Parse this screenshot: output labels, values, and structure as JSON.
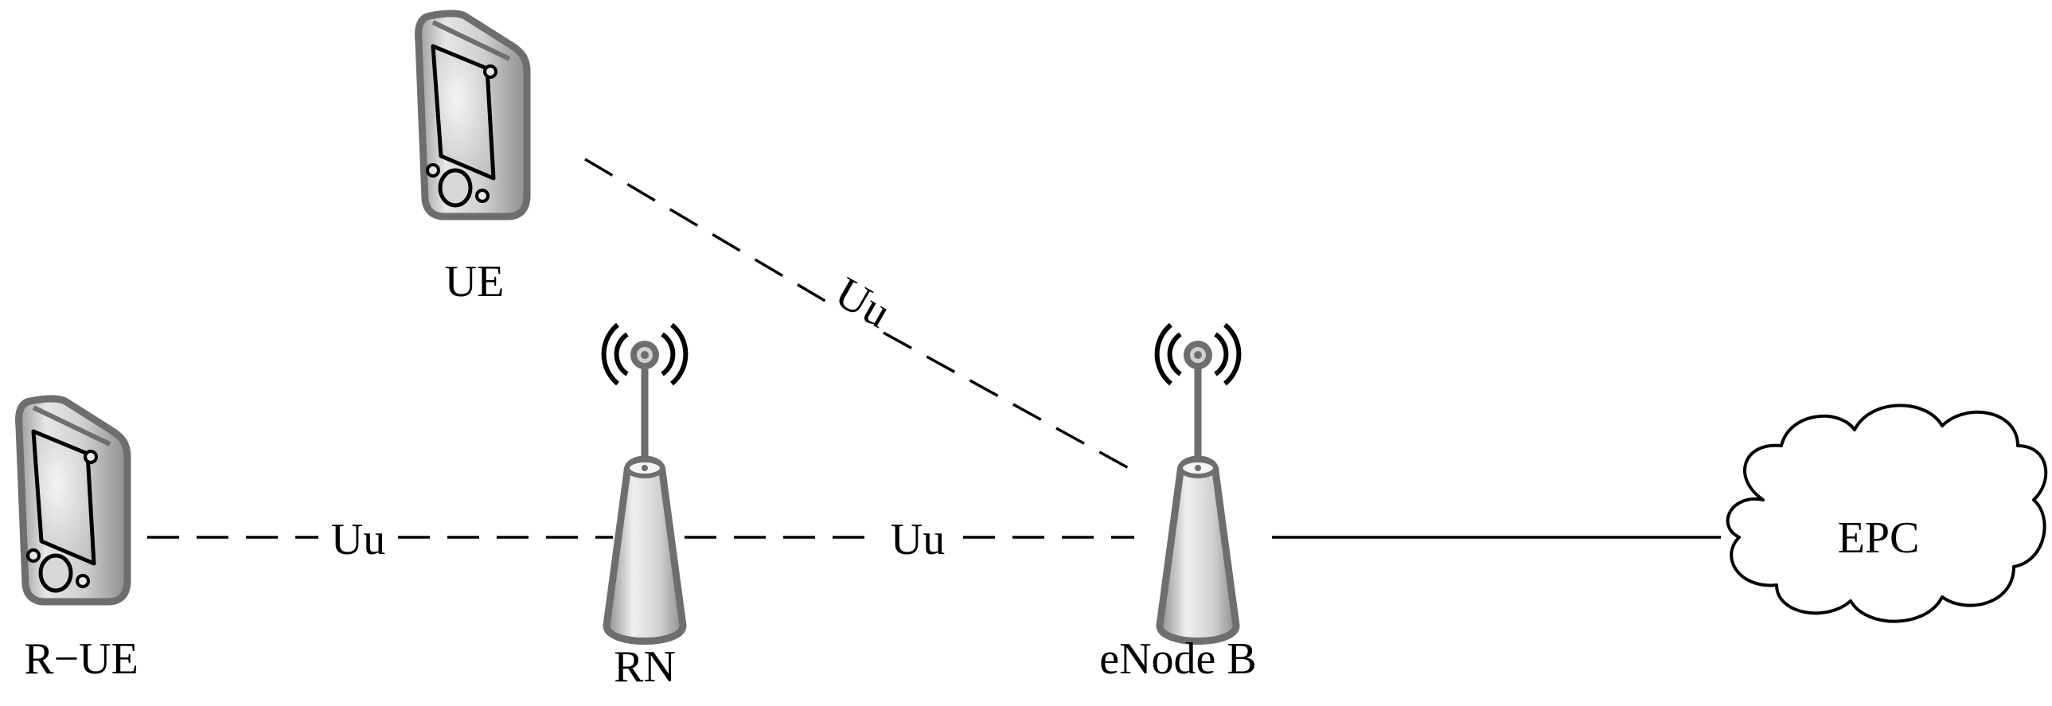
{
  "nodes": {
    "ue": "UE",
    "r_ue": "R−UE",
    "rn": "RN",
    "enodeb": "eNode B",
    "epc": "EPC"
  },
  "links": {
    "ue_enodeb": "Uu",
    "rue_rn": "Uu",
    "rn_enodeb": "Uu"
  },
  "icons": {
    "phone": "mobile-phone-icon",
    "antenna": "radio-antenna-icon",
    "cloud": "cloud-icon"
  },
  "colors": {
    "icon_outline": "#6e6e6e",
    "icon_body": "#c8c8c8",
    "screen": "#dcdcdc",
    "line": "#000000"
  }
}
